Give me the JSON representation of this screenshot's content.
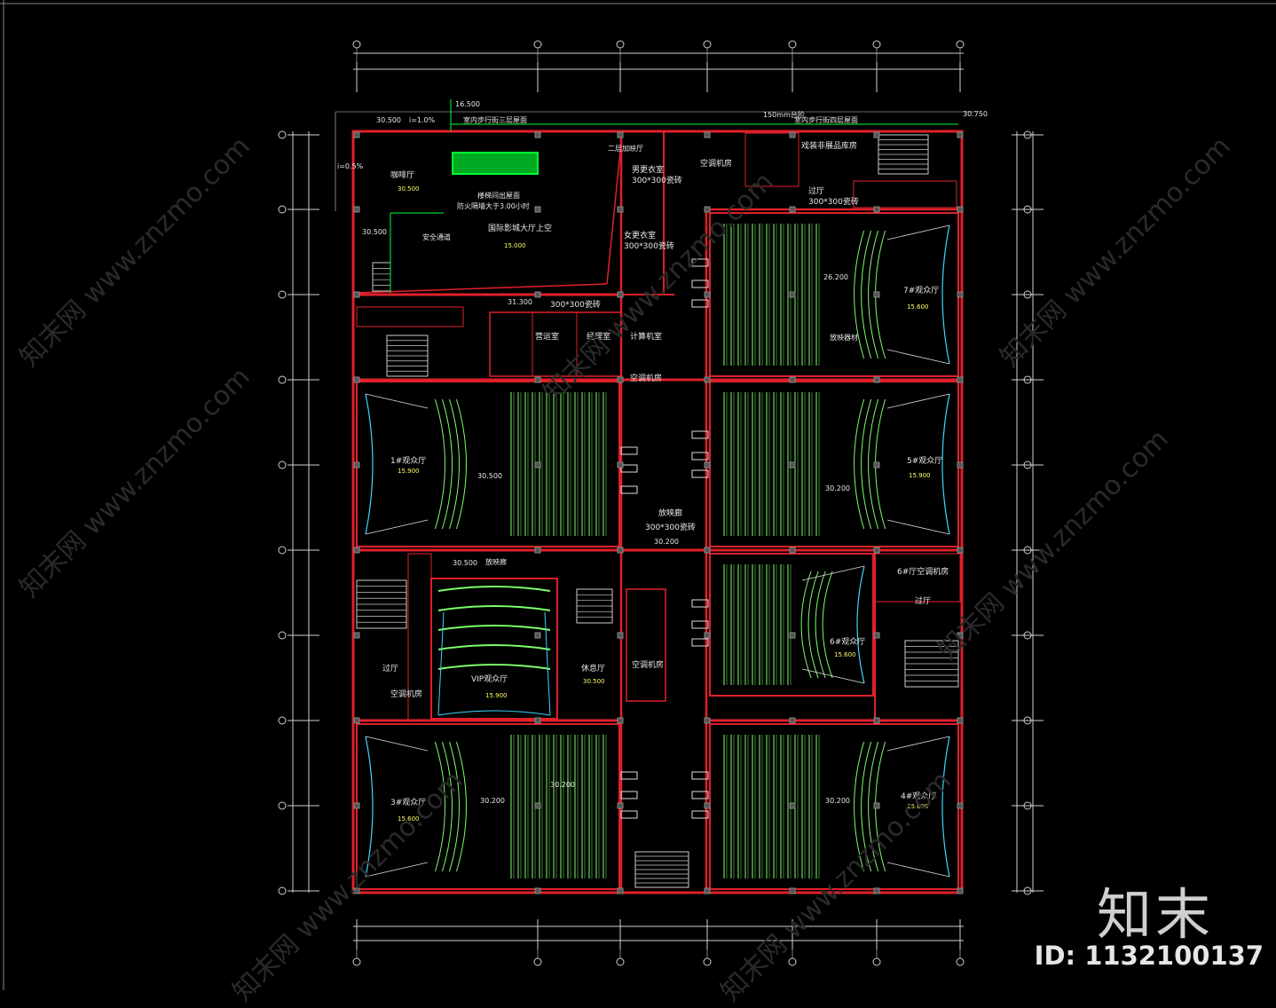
{
  "watermark": {
    "text": "知末网 www.znzmo.com"
  },
  "brand": {
    "logo": "知末",
    "id": "ID: 1132100137"
  },
  "notes": {
    "n1": "16.500",
    "n2": "室内步行街三层屋面",
    "n3": "150mm台阶",
    "n4": "室内步行街四层屋面",
    "n5": "30.750",
    "n6": "30.500",
    "n7": "i=1.0%",
    "n8": "i=0.5%",
    "n9": "30.500",
    "n10": "安全通道",
    "n11": "31.300",
    "n12": "放映廊",
    "n13": "30.500",
    "n14": "26.200",
    "n15": "30.500",
    "n16": "30.200",
    "n17": "30.200",
    "n18": "30.200",
    "n19": "30.200",
    "n20": "30.200"
  },
  "rooms": {
    "cafe": "咖啡厅",
    "cafe_sub": "30.500",
    "lobby": "国际影城大厅上空",
    "lobby_sub": "15.000",
    "lobby_note": "防火隔墙大于3.00小时",
    "lobby_note2": "楼梯间出屋面",
    "tier2": "二层加映厅",
    "men_lounge": "男更衣室",
    "men_lounge_sub": "300*300瓷砖",
    "ac1": "空调机房",
    "props": "戏装非展品库房",
    "corridor_top": "过厅",
    "corridor_top_sub": "300*300瓷砖",
    "women_lounge": "女更衣室",
    "women_lounge_sub": "300*300瓷砖",
    "hall7": "7#观众厅",
    "hall7_sub": "15.600",
    "projection_storage": "放映器材",
    "room_300": "300*300瓷砖",
    "office": "营运室",
    "manager": "经理室",
    "computer": "计算机室",
    "ac2": "空调机房",
    "hall1": "1#观众厅",
    "hall1_sub": "15.900",
    "hall5": "5#观众厅",
    "hall5_sub": "15.900",
    "projection": "放映廊",
    "projection_sub": "300*300瓷砖",
    "ac_6": "6#厅空调机房",
    "corridor_r": "过厅",
    "hall6": "6#观众厅",
    "hall6_sub": "15.600",
    "vip": "VIP观众厅",
    "vip_sub": "15.900",
    "lounge": "休息厅",
    "lounge_sub": "30.500",
    "ac3": "空调机房",
    "corridor_l": "过厅",
    "ac4": "空调机房",
    "hall3": "3#观众厅",
    "hall3_sub": "15.600",
    "hall4": "4#观众厅",
    "hall4_sub": "15.600"
  },
  "colors": {
    "wall": "#e0202a",
    "seat": "#7cff6a",
    "dim": "#cfcfcf",
    "screen": "#3fd4ff",
    "hatch": "#00ff33",
    "bg": "#000000"
  }
}
